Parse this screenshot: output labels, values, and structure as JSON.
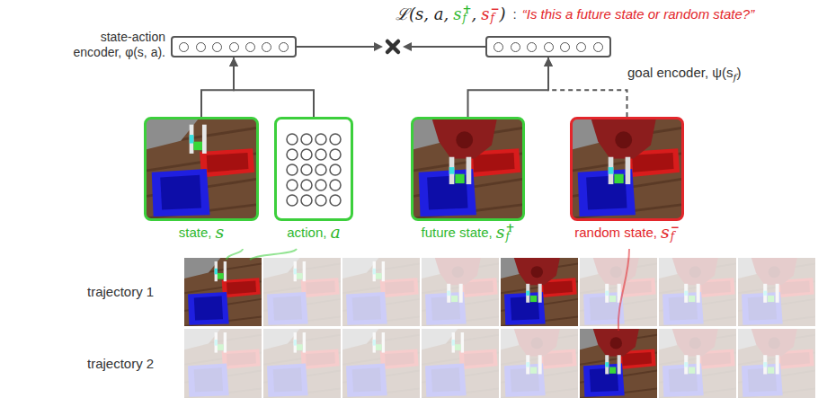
{
  "diagram": {
    "nodes": [
      {
        "text": [
          "state-action encoder, φ(s, a)."
        ]
      },
      {
        "text": [
          "goal encoder, ψ(s",
          "f",
          ")"
        ]
      },
      {
        "text": [
          "state,",
          "s"
        ]
      },
      {
        "text": [
          "action,",
          "a"
        ]
      },
      {
        "text": [
          "future state,",
          "s",
          "+",
          "f"
        ]
      },
      {
        "text": [
          "random state,",
          "s",
          "−",
          "f"
        ]
      }
    ],
    "edges": [
      {
        "from": 2,
        "to": 0,
        "arrow": "to"
      },
      {
        "from": 3,
        "to": 0,
        "arrow": "to"
      },
      {
        "from": 4,
        "to": 1,
        "arrow": "to"
      },
      {
        "from": 5,
        "to": 1,
        "arrow": "to"
      }
    ],
    "labels": [
      "ℒ(s, a,",
      "s",
      "+",
      "f",
      ",",
      "s",
      "−",
      "f",
      ")",
      ":",
      "“Is this a future state or random state?”",
      "trajectory 1",
      "trajectory 2"
    ]
  }
}
